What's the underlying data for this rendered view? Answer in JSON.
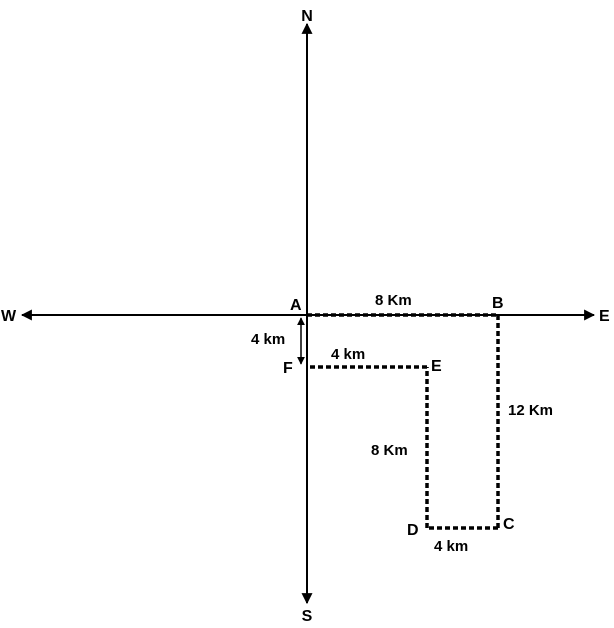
{
  "compass": {
    "north": "N",
    "south": "S",
    "east": "E",
    "west": "W"
  },
  "points": {
    "A": "A",
    "B": "B",
    "C": "C",
    "D": "D",
    "E": "E",
    "F": "F"
  },
  "distances": {
    "AB": "8 Km",
    "BC": "12 Km",
    "CD": "4 km",
    "DE": "8 Km",
    "EF": "4 km",
    "FA": "4 km"
  },
  "colors": {
    "line": "#000000",
    "background": "#ffffff"
  }
}
